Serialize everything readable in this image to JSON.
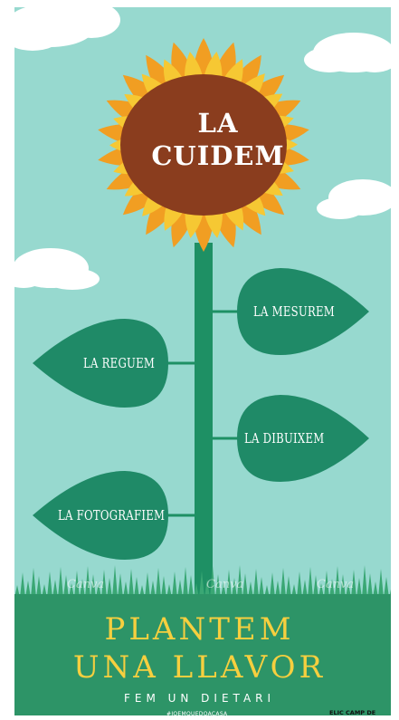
{
  "center_title": [
    "LA",
    "CUIDEM"
  ],
  "leaves": {
    "mesurem": "LA MESUREM",
    "reguem": "LA REGUEM",
    "dibuixem": "LA DIBUIXEM",
    "fotografiem": "LA FOTOGRAFIEM"
  },
  "title_lines": [
    "PLANTEM",
    "UNA LLAVOR"
  ],
  "subtitle": "FEM UN DIETARI",
  "hashtag": "#JOEMQUEDOACASA",
  "credit": "ELIC CAMP DE",
  "watermarks": [
    "Canva",
    "Canva",
    "Canva"
  ],
  "colors": {
    "sky": "#97d9cf",
    "grass": "#2d9467",
    "leaf": "#1f8a67",
    "stem": "#1e9064",
    "petal_outer": "#f19e22",
    "petal_inner": "#f6c833",
    "center": "#8a3d1e",
    "title_yellow": "#f6cf3f"
  }
}
